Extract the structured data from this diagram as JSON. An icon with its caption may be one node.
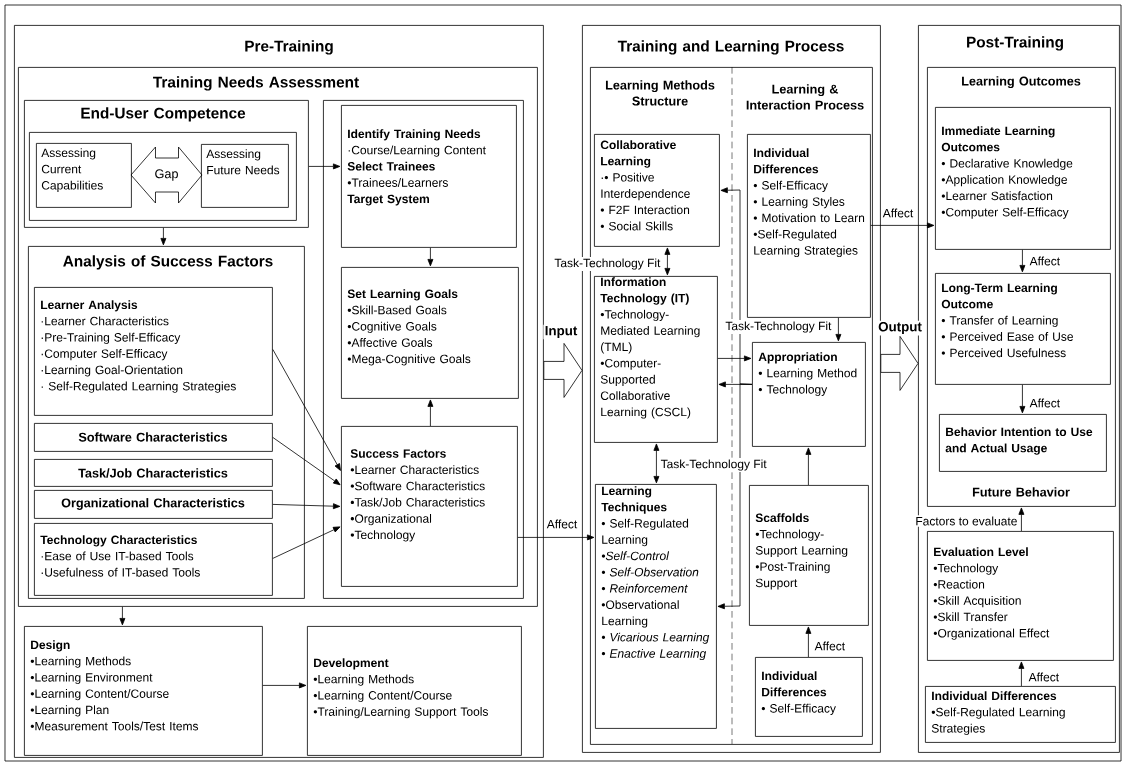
{
  "diagram": {
    "nodes": [
      {
        "text": [
          "Pre-Training"
        ]
      },
      {
        "text": [
          "Training Needs Assessment"
        ],
        "in": 0
      },
      {
        "text": [
          "End-User Competence"
        ],
        "in": 1
      },
      {
        "text": [],
        "shape": "box",
        "in": 2
      },
      {
        "text": [
          "Assessing Current Capabilities"
        ],
        "in": 3
      },
      {
        "text": [
          "Gap"
        ],
        "in": 3
      },
      {
        "text": [
          "Assessing Future Needs"
        ],
        "in": 3
      },
      {
        "text": [],
        "shape": "box",
        "in": 1
      },
      {
        "text": [
          "Identify Training Needs",
          "·Course/Learning Content",
          "Select Trainees",
          "•Trainees/Learners",
          "Target System"
        ],
        "in": 7
      },
      {
        "text": [
          "Set Learning Goals",
          "•Skill-Based Goals",
          "•Cognitive Goals",
          "•Affective Goals",
          "•Mega-Cognitive Goals"
        ],
        "in": 7
      },
      {
        "text": [
          "Success Factors",
          "•Learner Characteristics",
          "•Software Characteristics",
          "•Task/Job Characteristics",
          "•Organizational",
          "•Technology"
        ],
        "in": 7
      },
      {
        "text": [
          "Analysis of Success Factors"
        ],
        "in": 1
      },
      {
        "text": [
          "Learner Analysis",
          "·Learner Characteristics",
          "·Pre-Training Self-Efficacy",
          "·Computer Self-Efficacy",
          "·Learning Goal-Orientation",
          "· Self-Regulated Learning Strategies"
        ],
        "in": 11
      },
      {
        "text": [
          "Software Characteristics"
        ],
        "in": 11
      },
      {
        "text": [
          "Task/Job Characteristics"
        ],
        "in": 11
      },
      {
        "text": [
          "Organizational Characteristics"
        ],
        "in": 11
      },
      {
        "text": [
          "Technology Characteristics",
          "·Ease of Use IT-based Tools",
          "·Usefulness of IT-based Tools"
        ],
        "in": 11
      },
      {
        "text": [
          "Design",
          "•Learning Methods",
          "•Learning Environment",
          "•Learning Content/Course",
          "•Learning Plan",
          "•Measurement Tools/Test Items"
        ],
        "in": 0
      },
      {
        "text": [
          "Development",
          "•Learning Methods",
          "•Learning Content/Course",
          "•Training/Learning Support Tools"
        ],
        "in": 0
      },
      {
        "text": [
          "Training and Learning Process"
        ]
      },
      {
        "text": [
          "Learning Methods Structure",
          "Learning & Interaction Process"
        ],
        "in": 19
      },
      {
        "text": [
          "Collaborative Learning",
          "·• Positive Interdependence",
          "• F2F Interaction",
          "• Social Skills"
        ],
        "in": 20
      },
      {
        "text": [
          "Information Technology (IT)",
          "•Technology-Mediated Learning (TML)",
          "•Computer-Supported Collaborative Learning (CSCL)"
        ],
        "in": 20
      },
      {
        "text": [
          "Learning Techniques",
          "• Self-Regulated Learning",
          "•Self-Control",
          "• Self-Observation",
          "• Reinforcement",
          "•Observational Learning",
          "• Vicarious Learning",
          "• Enactive Learning"
        ],
        "in": 20
      },
      {
        "text": [
          "Individual Differences",
          "• Self-Efficacy",
          "• Learning Styles",
          "• Motivation to Learn",
          "•Self-Regulated Learning Strategies"
        ],
        "in": 20
      },
      {
        "text": [
          "Appropriation",
          "• Learning Method",
          "• Technology"
        ],
        "in": 20
      },
      {
        "text": [
          "Scaffolds",
          "•Technology-Support Learning",
          "•Post-Training Support"
        ],
        "in": 20
      },
      {
        "text": [
          "Individual Differences",
          "• Self-Efficacy"
        ],
        "in": 20
      },
      {
        "text": [
          "Post-Training"
        ]
      },
      {
        "text": [
          "Learning Outcomes",
          "Future Behavior"
        ],
        "in": 28
      },
      {
        "text": [
          "Immediate Learning Outcomes",
          "• Declarative Knowledge",
          "•Application Knowledge",
          "•Learner Satisfaction",
          "•Computer Self-Efficacy"
        ],
        "in": 29
      },
      {
        "text": [
          "Long-Term Learning Outcome",
          "• Transfer of Learning",
          "• Perceived Ease of Use",
          "• Perceived Usefulness"
        ],
        "in": 29
      },
      {
        "text": [
          "Behavior Intention to Use and Actual Usage"
        ],
        "in": 29
      },
      {
        "text": [
          "Evaluation Level",
          "•Technology",
          "•Reaction",
          "•Skill Acquisition",
          "•Skill Transfer",
          "•Organizational Effect"
        ],
        "in": 28
      },
      {
        "text": [
          "Individual Differences",
          "•Self-Regulated Learning Strategies"
        ],
        "in": 28
      }
    ],
    "edges": [
      {
        "from": 2,
        "to": 8,
        "arrow": "to"
      },
      {
        "from": 2,
        "to": 11,
        "arrow": "to"
      },
      {
        "from": 8,
        "to": 9,
        "arrow": "to"
      },
      {
        "from": 10,
        "to": 9,
        "arrow": "to"
      },
      {
        "from": 12,
        "to": 10,
        "arrow": "to"
      },
      {
        "from": 13,
        "to": 10,
        "arrow": "to"
      },
      {
        "from": 15,
        "to": 10,
        "arrow": "to"
      },
      {
        "from": 16,
        "to": 10,
        "arrow": "to"
      },
      {
        "from": 1,
        "to": 17,
        "arrow": "to"
      },
      {
        "from": 17,
        "to": 18,
        "arrow": "to"
      },
      {
        "from": 0,
        "to": 19,
        "arrow": "to",
        "label": "Input",
        "style": "thick"
      },
      {
        "from": 10,
        "to": 23,
        "arrow": "to",
        "label": "Affect"
      },
      {
        "from": 21,
        "to": 22,
        "arrow": "both",
        "label": "Task-Technology Fit"
      },
      {
        "from": 22,
        "to": 23,
        "arrow": "both",
        "label": "Task-Technology Fit"
      },
      {
        "from": 24,
        "to": 25,
        "arrow": "to",
        "label": "Task-Technology Fit"
      },
      {
        "from": 22,
        "to": 25,
        "arrow": "to"
      },
      {
        "from": 25,
        "to": 22,
        "arrow": "to"
      },
      {
        "from": 25,
        "to": 21,
        "arrow": "to"
      },
      {
        "from": 25,
        "to": 23,
        "arrow": "to"
      },
      {
        "from": 26,
        "to": 25,
        "arrow": "to"
      },
      {
        "from": 27,
        "to": 26,
        "arrow": "to",
        "label": "Affect"
      },
      {
        "from": 24,
        "to": 30,
        "arrow": "to",
        "label": "Affect"
      },
      {
        "from": 19,
        "to": 28,
        "arrow": "to",
        "label": "Output",
        "style": "thick"
      },
      {
        "from": 30,
        "to": 31,
        "arrow": "to",
        "label": "Affect"
      },
      {
        "from": 31,
        "to": 32,
        "arrow": "to",
        "label": "Affect"
      },
      {
        "from": 33,
        "to": 29,
        "arrow": "to",
        "label": "Factors to evaluate"
      },
      {
        "from": 34,
        "to": 33,
        "arrow": "to",
        "label": "Affect"
      }
    ]
  }
}
